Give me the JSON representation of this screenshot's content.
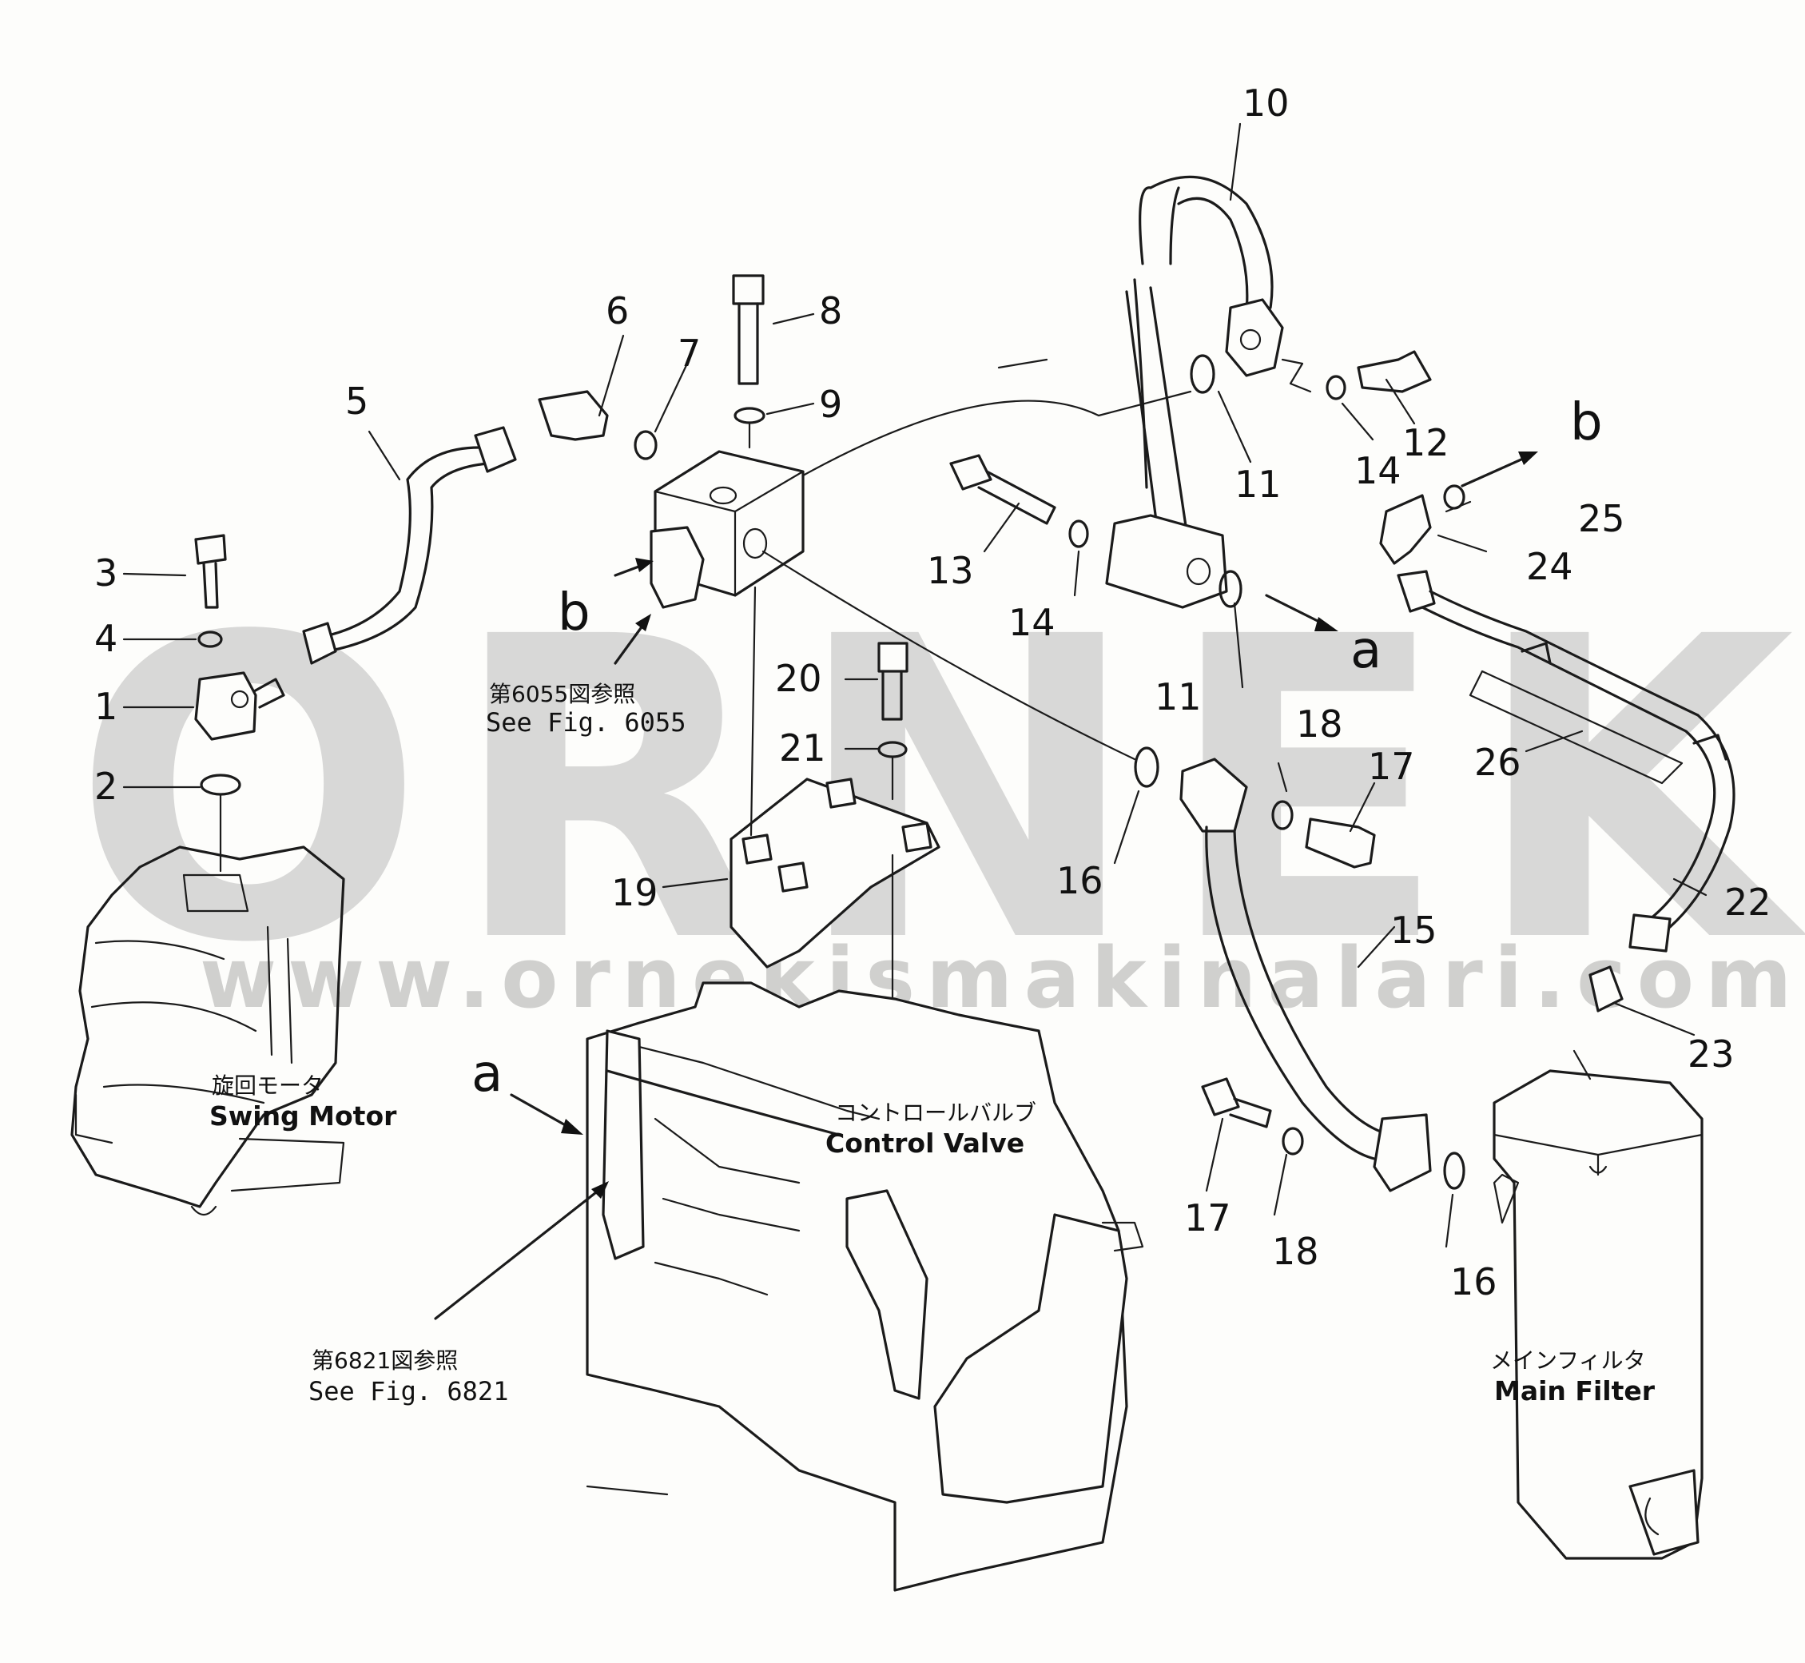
{
  "watermark": {
    "brand": "ORNEK",
    "url": "www.ornekismakinalari.com.tr"
  },
  "part_numbers": [
    "1",
    "2",
    "3",
    "4",
    "5",
    "6",
    "7",
    "8",
    "9",
    "10",
    "11",
    "11",
    "12",
    "13",
    "14",
    "14",
    "15",
    "16",
    "16",
    "17",
    "17",
    "18",
    "18",
    "19",
    "20",
    "21",
    "22",
    "23",
    "24",
    "25",
    "26"
  ],
  "connection_marks": {
    "a": "a",
    "b": "b"
  },
  "references": {
    "fig_6055": {
      "jp": "第6055図参照",
      "en": "See  Fig. 6055"
    },
    "fig_6821": {
      "jp": "第6821図参照",
      "en": "See  Fig. 6821"
    }
  },
  "components": {
    "swing_motor": {
      "jp": "旋回モータ",
      "en": "Swing  Motor"
    },
    "control_valve": {
      "jp": "コントロールバルブ",
      "en": "Control  Valve"
    },
    "main_filter": {
      "jp": "メインフィルタ",
      "en": "Main  Filter"
    }
  }
}
